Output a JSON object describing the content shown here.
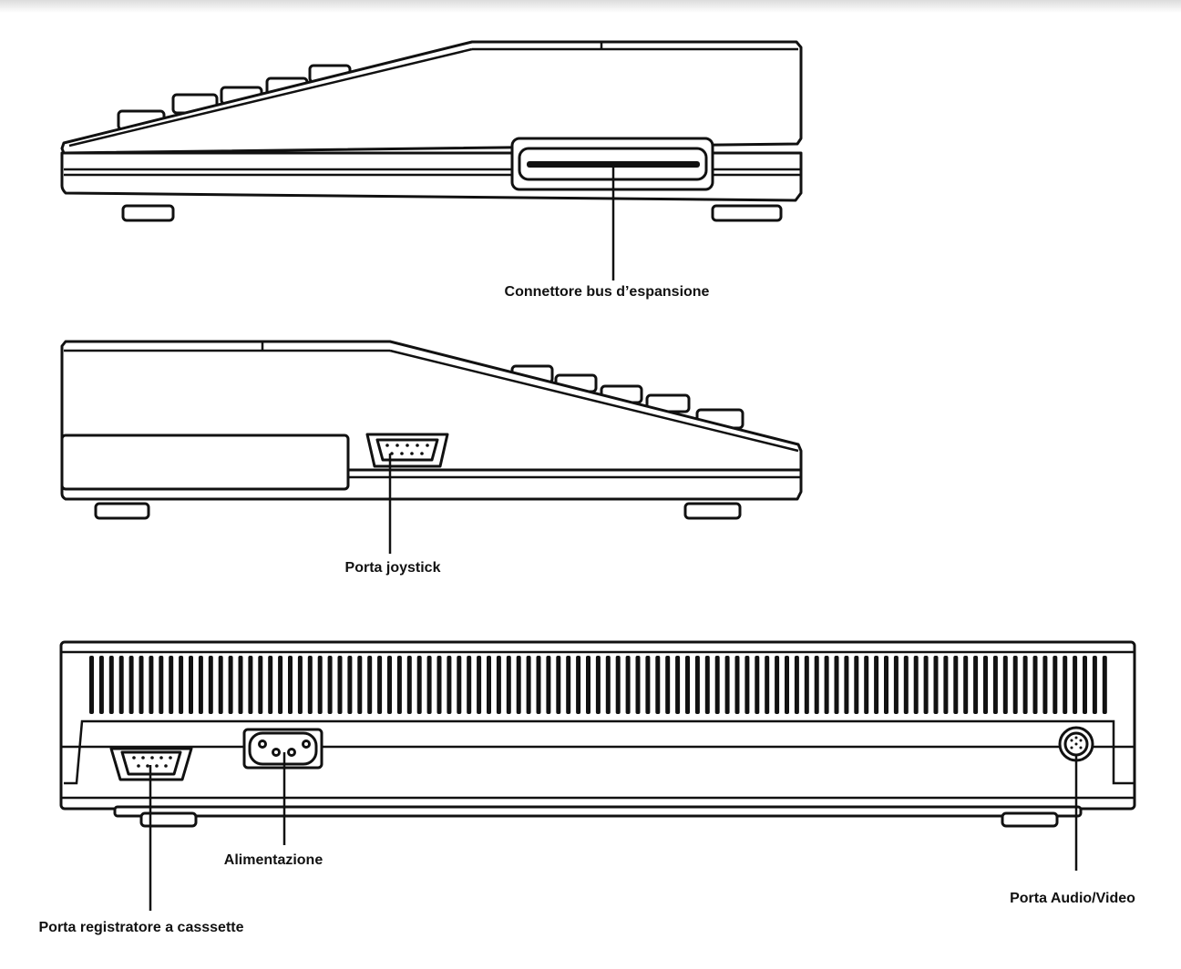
{
  "labels": {
    "expansion_bus": "Connettore bus d’espansione",
    "joystick": "Porta joystick",
    "power": "Alimentazione",
    "cassette": "Porta registratore a casssette",
    "audio_video": "Porta Audio/Video"
  }
}
